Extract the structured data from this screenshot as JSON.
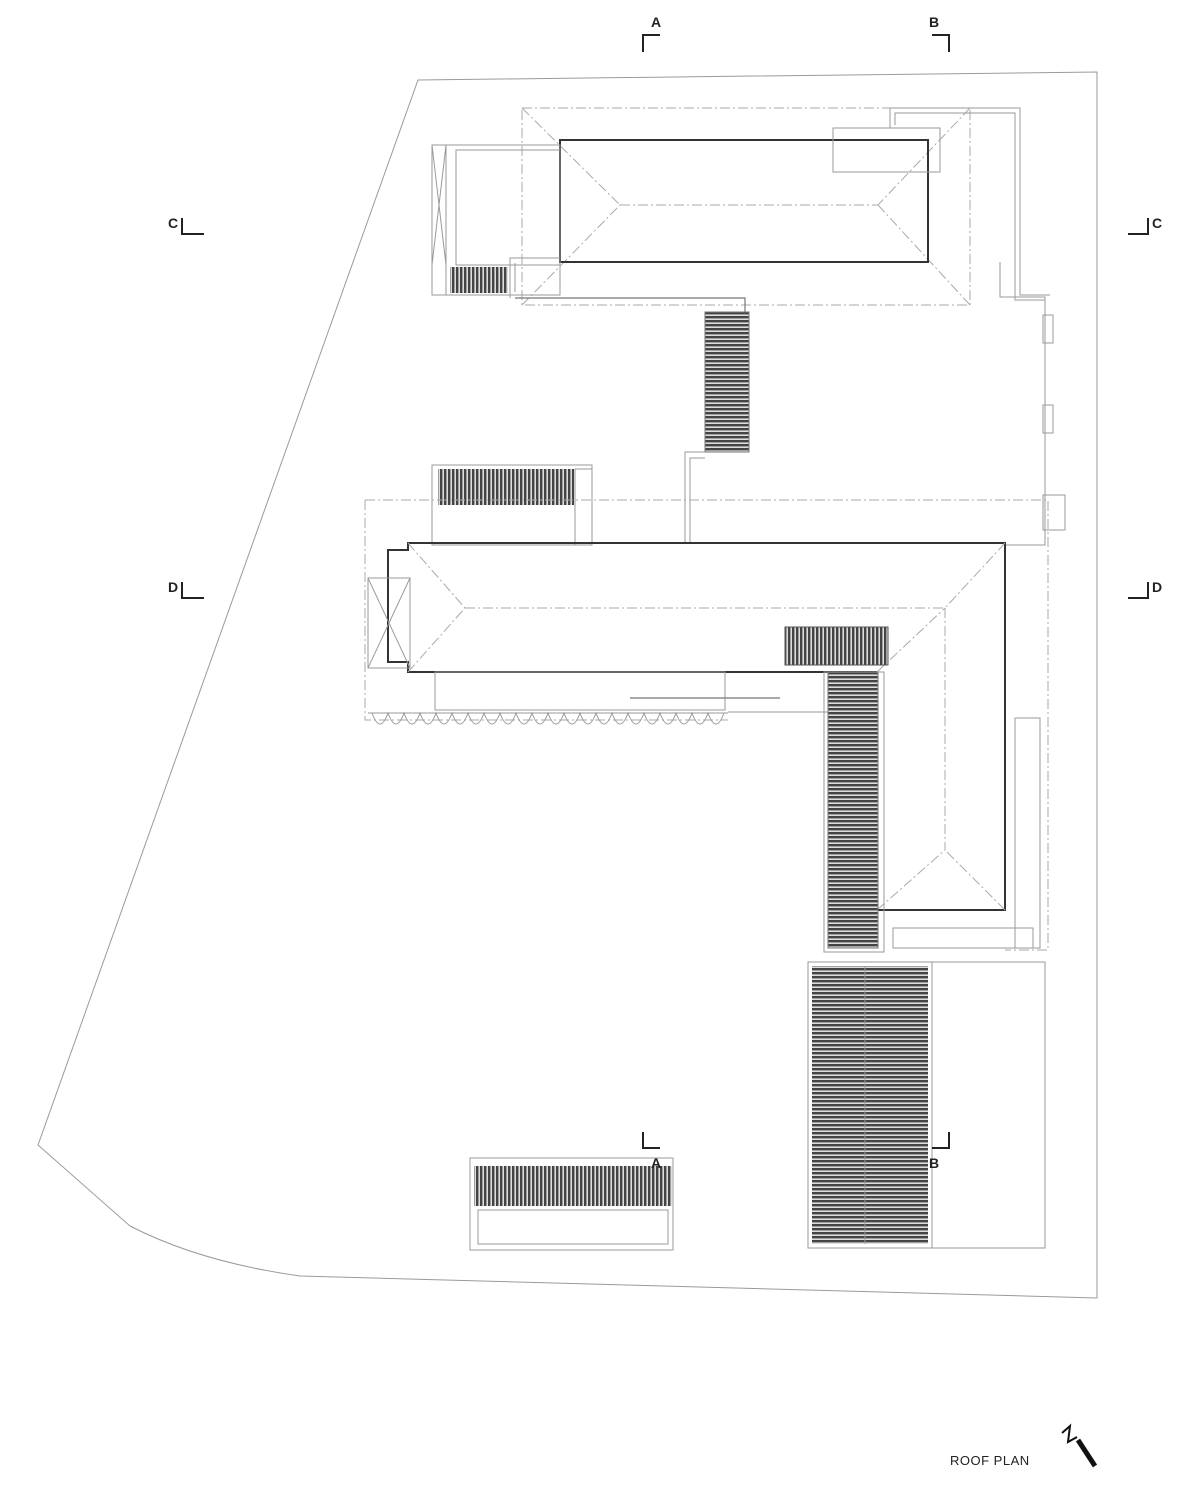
{
  "drawing": {
    "title": "ROOF PLAN",
    "north_label": "N",
    "sections": {
      "a_top": "A",
      "a_bottom": "A",
      "b_top": "B",
      "b_bottom": "B",
      "c_left": "C",
      "c_right": "C",
      "d_left": "D",
      "d_right": "D"
    },
    "colors": {
      "line": "#333333",
      "hatch": "#555555",
      "light": "#9a9a9a"
    }
  }
}
